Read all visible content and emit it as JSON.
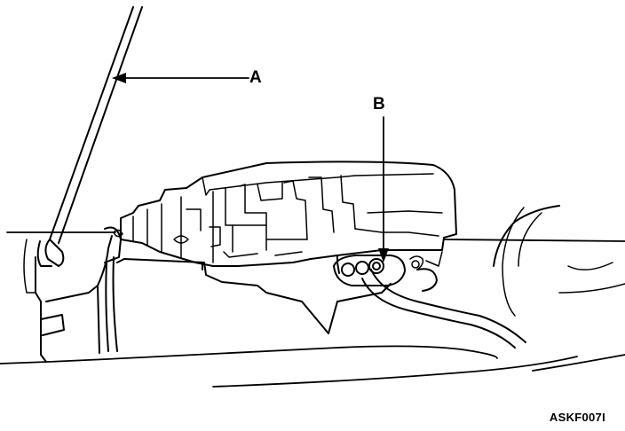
{
  "callouts": {
    "a": "A",
    "b": "B"
  },
  "figure_code": "ASKF007I",
  "colors": {
    "ink": "#000000",
    "paper": "#ffffff"
  }
}
